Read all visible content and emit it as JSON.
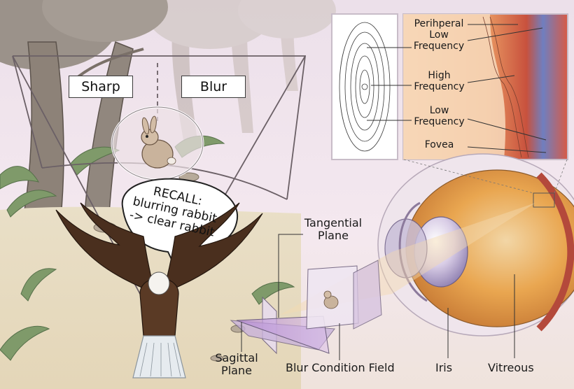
{
  "scene_labels": {
    "sharp": "Sharp",
    "blur": "Blur"
  },
  "speech_bubble": {
    "line1": "RECALL:",
    "line2": "blurring rabbit",
    "line3": "-> clear rabbit"
  },
  "retina_labels": {
    "peripheral_1": "Perihperal",
    "peripheral_2": "Low",
    "peripheral_3": "Frequency",
    "high_1": "High",
    "high_2": "Frequency",
    "low_1": "Low",
    "low_2": "Frequency",
    "fovea": "Fovea"
  },
  "eye_labels": {
    "tangential_1": "Tangential",
    "tangential_2": "Plane",
    "sagittal_1": "Sagittal",
    "sagittal_2": "Plane",
    "blur_field": "Blur Condition Field",
    "iris": "Iris",
    "vitreous": "Vitreous"
  },
  "colors": {
    "background": "#f3e6ee",
    "tree": "#8d8278",
    "eagle_body": "#4a2f1e",
    "retina_warm": "#e8a060",
    "retina_cool": "#5b6fb0",
    "eye_orange": "#e7a64e",
    "plane_purple": "#9c6cc0"
  }
}
